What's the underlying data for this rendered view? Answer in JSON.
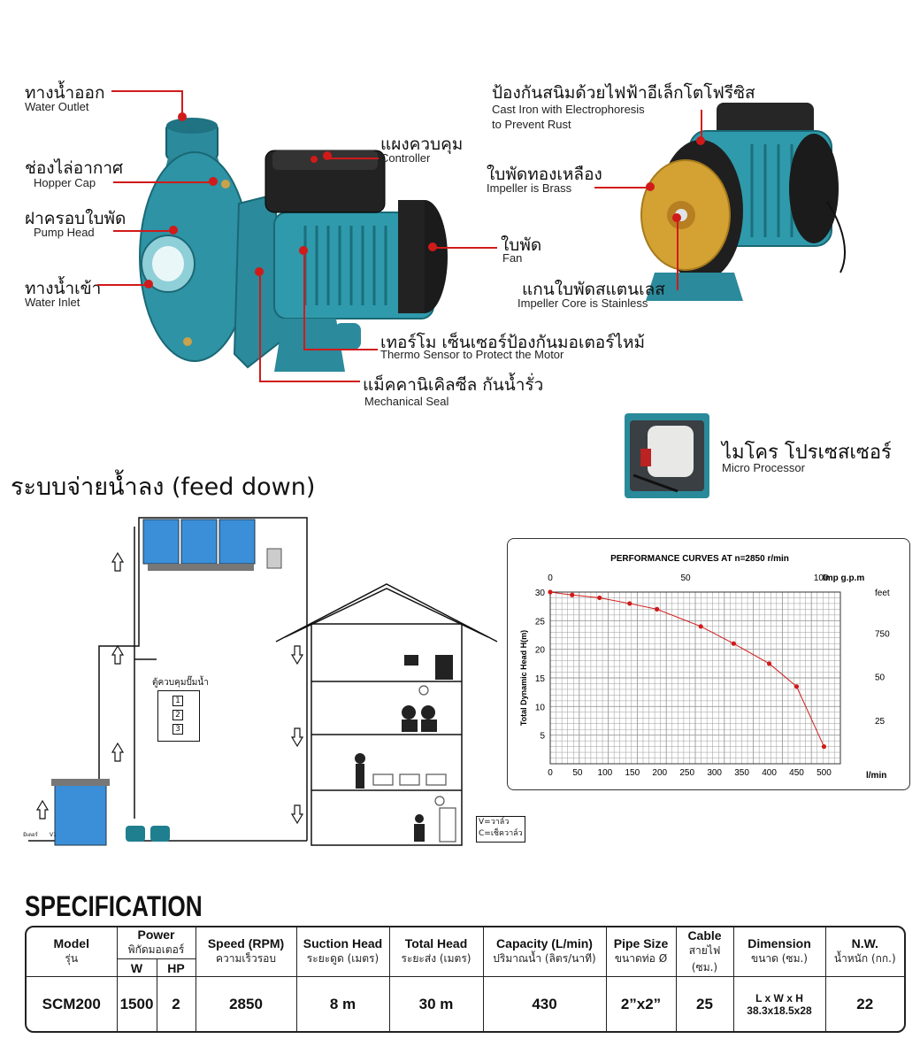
{
  "callouts": {
    "water_outlet": {
      "th": "ทางน้ำออก",
      "en": "Water Outlet"
    },
    "hopper_cap": {
      "th": "ช่องไล่อากาศ",
      "en": "Hopper Cap"
    },
    "pump_head": {
      "th": "ฝาครอบใบพัด",
      "en": "Pump Head"
    },
    "water_inlet": {
      "th": "ทางน้ำเข้า",
      "en": "Water Inlet"
    },
    "controller": {
      "th": "แผงควบคุม",
      "en": "Controller"
    },
    "fan": {
      "th": "ใบพัด",
      "en": "Fan"
    },
    "thermo_sensor": {
      "th": "เทอร์โม เซ็นเซอร์ป้องกันมอเตอร์ไหม้",
      "en": "Thermo Sensor to Protect the Motor"
    },
    "mechanical_seal": {
      "th": "แม็คคานิเคิลซีล กันน้ำรั่ว",
      "en": "Mechanical Seal"
    },
    "cast_iron": {
      "th": "ป้องกันสนิมด้วยไฟฟ้าอีเล็กโตโฟรีซิส",
      "en1": "Cast Iron with Electrophoresis",
      "en2": "to Prevent Rust"
    },
    "impeller_brass": {
      "th": "ใบพัดทองเหลือง",
      "en": "Impeller is Brass"
    },
    "impeller_core": {
      "th": "แกนใบพัดสแตนเลส",
      "en": "Impeller Core is Stainless"
    },
    "micro_processor": {
      "th": "ไมโคร โปรเซสเซอร์",
      "en": "Micro Processor"
    }
  },
  "feed_down_title": "ระบบจ่ายน้ำลง (feed down)",
  "diagram": {
    "control_box_label": "ตู้ควบคุมปั๊มน้ำ",
    "switches": [
      "1",
      "2",
      "3"
    ],
    "legend_v": "V=วาล์ว",
    "legend_c": "C=เช็ควาล์ว",
    "meter_label": "มิเตอร์",
    "v1_label": "V1"
  },
  "chart_data": {
    "type": "line",
    "title": "PERFORMANCE CURVES AT n=2850 r/min",
    "xlabel": "l/min",
    "ylabel": "Total Dynamic Head H(m)",
    "top_axis_label": "Imp g.p.m",
    "right_axis_label": "feet",
    "x_ticks": [
      "0",
      "50",
      "100",
      "150",
      "200",
      "250",
      "300",
      "350",
      "400",
      "450",
      "500"
    ],
    "y_ticks": [
      "5",
      "10",
      "15",
      "20",
      "25",
      "30"
    ],
    "top_ticks": [
      "0",
      "50",
      "100"
    ],
    "right_ticks": [
      "25",
      "50",
      "750"
    ],
    "xlim": [
      0,
      530
    ],
    "ylim": [
      0,
      30
    ],
    "grid": true,
    "x": [
      0,
      40,
      90,
      145,
      195,
      275,
      335,
      400,
      450,
      500
    ],
    "y": [
      30,
      29.5,
      29,
      28,
      27,
      24,
      21,
      17.5,
      13.5,
      3
    ],
    "color": "#d11a1a"
  },
  "spec": {
    "title": "SPECIFICATION",
    "headers": {
      "model": {
        "en": "Model",
        "th": "รุ่น"
      },
      "power": {
        "en": "Power",
        "th": "พิกัดมอเตอร์",
        "w": "W",
        "hp": "HP"
      },
      "speed": {
        "en": "Speed (RPM)",
        "th": "ความเร็วรอบ"
      },
      "suction": {
        "en": "Suction Head",
        "th": "ระยะดูด (เมตร)"
      },
      "total": {
        "en": "Total Head",
        "th": "ระยะส่ง (เมตร)"
      },
      "capacity": {
        "en": "Capacity (L/min)",
        "th": "ปริมาณน้ำ (ลิตร/นาที)"
      },
      "pipe": {
        "en": "Pipe Size",
        "th": "ขนาดท่อ Ø"
      },
      "cable": {
        "en": "Cable",
        "th": "สายไฟ (ซม.)"
      },
      "dimension": {
        "en": "Dimension",
        "th": "ขนาด (ซม.)"
      },
      "nw": {
        "en": "N.W.",
        "th": "น้ำหนัก (กก.)"
      }
    },
    "row": {
      "model": "SCM200",
      "w": "1500",
      "hp": "2",
      "speed": "2850",
      "suction": "8 m",
      "total": "30 m",
      "capacity": "430",
      "pipe": "2”x2”",
      "cable": "25",
      "dim_label": "L x W x H",
      "dim_value": "38.3x18.5x28",
      "nw": "22"
    }
  },
  "colors": {
    "accent": "#d11a1a",
    "pump_teal": "#1e7f8e",
    "water_blue": "#3a8fd8"
  }
}
